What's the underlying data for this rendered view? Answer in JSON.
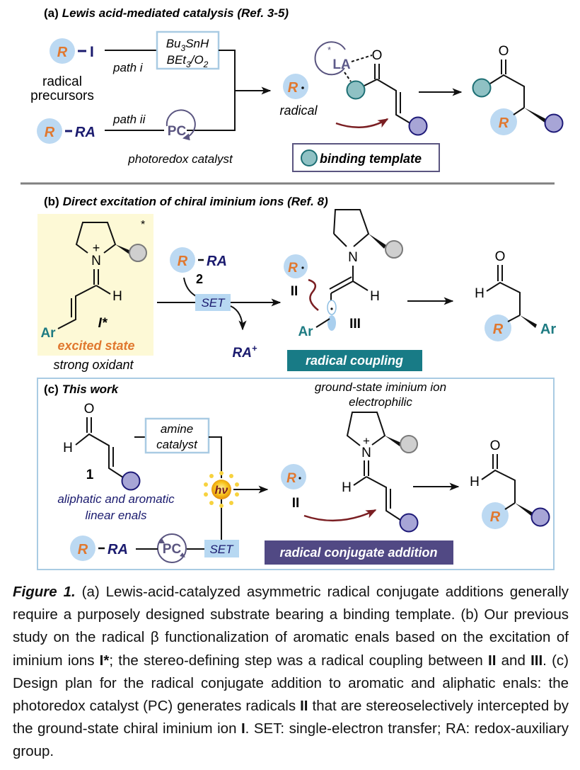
{
  "colors": {
    "r_circle_fill": "#bcd9f2",
    "r_text": "#e0782f",
    "navy": "#1a1a6e",
    "teal_fill": "#8fc1c4",
    "teal_stroke": "#1d6f74",
    "purple_fill": "#a7a5d6",
    "purple_stroke": "#1e1a78",
    "grey_fill": "#cfcfcf",
    "grey_stroke": "#7a7a7a",
    "box_stroke": "#a9cbe3",
    "set_fill": "#b7d8f2",
    "lavender_stroke": "#5a5580",
    "la_text": "#5d5a8a",
    "arrow_red": "#7a1e22",
    "excited_bg": "#fdf9d6",
    "excited_text": "#e0782f",
    "ar_text": "#1e7b82",
    "coupling_bg": "#187b86",
    "addition_bg": "#514984",
    "section_rule": "#808080"
  },
  "panel_a": {
    "title_prefix": "(a)",
    "title": "Lewis acid-mediated catalysis (Ref. 3-5)",
    "r_label": "R",
    "iodide": "I",
    "precursor_label_line1": "radical",
    "precursor_label_line2": "precursors",
    "ra_label": "RA",
    "path_i": "path i",
    "path_ii": "path ii",
    "reagent_line1": "Bu3SnH",
    "reagent_line2": "BEt3/O2",
    "pc_label": "PC",
    "pc_caption": "photoredox catalyst",
    "radical_label": "radical",
    "la_label": "LA",
    "star": "*",
    "oxygen": "O",
    "legend_label": "binding template"
  },
  "panel_b": {
    "title_prefix": "(b)",
    "title": "Direct excitation of chiral iminium ions (Ref. 8)",
    "star": "*",
    "plus": "+",
    "nitrogen": "N",
    "hydrogen": "H",
    "ar": "Ar",
    "compound_I_star": "I*",
    "excited_state": "excited state",
    "strong_oxidant": "strong oxidant",
    "reagent_r": "R",
    "reagent_ra": "RA",
    "reagent_number": "2",
    "set_label": "SET",
    "ra_plus": "RA",
    "ra_plus_sup": "+",
    "radical_II": "II",
    "radical_III": "III",
    "coupling_label": "radical coupling",
    "product_o": "O",
    "product_h": "H",
    "product_r": "R",
    "product_ar": "Ar"
  },
  "panel_c": {
    "title_prefix": "(c)",
    "title": "This work",
    "enal_o": "O",
    "enal_h": "H",
    "enal_number": "1",
    "enal_desc_line1": "aliphatic and aromatic",
    "enal_desc_line2": "linear enals",
    "amine_line1": "amine",
    "amine_line2": "catalyst",
    "hv_label": "hν",
    "set_label": "SET",
    "pc_label": "PC",
    "reagent_r": "R",
    "reagent_ra": "RA",
    "iminium_desc_line1": "ground-state iminium ion",
    "iminium_desc_line2": "electrophilic",
    "plus": "+",
    "nitrogen": "N",
    "hydrogen": "H",
    "radical_r": "R",
    "radical_II": "II",
    "addition_label": "radical conjugate addition",
    "product_o": "O",
    "product_h": "H",
    "product_r": "R"
  },
  "caption": {
    "label": "Figure 1.",
    "seg1": " (a) Lewis-acid-catalyzed asymmetric radical conjugate additions generally require a purposely designed substrate bearing a binding template. (b) Our previous study on the radical β functionalization of aromatic enals based on the excitation of iminium ions ",
    "b1": "I*",
    "seg2": "; the stereo-defining step was a radical coupling between ",
    "b2": "II",
    "seg3": " and ",
    "b3": "III",
    "seg4": ". (c) Design plan for the radical conjugate addition to aromatic and aliphatic enals: the photoredox catalyst (PC) generates radicals ",
    "b4": "II",
    "seg5": " that are stereoselectively intercepted by the ground-state chiral iminium ion ",
    "b5": "I",
    "seg6": ". SET: single-electron transfer; RA: redox-auxiliary group."
  }
}
